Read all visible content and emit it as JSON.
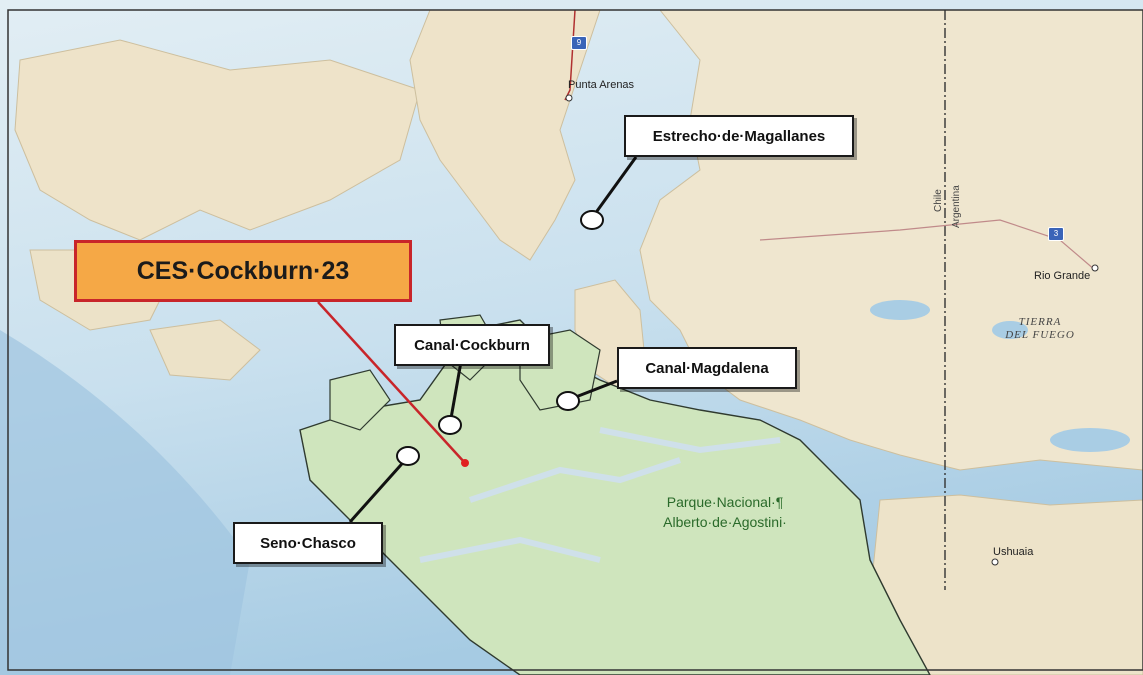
{
  "main_label": "CES·Cockburn·23",
  "callouts": {
    "estrecho": "Estrecho·de·Magallanes",
    "canal_cockburn": "Canal·Cockburn",
    "canal_magdalena": "Canal·Magdalena",
    "seno_chasco": "Seno·Chasco"
  },
  "park": {
    "line1": "Parque·Nacional·¶",
    "line2": "Alberto·de·Agostini·"
  },
  "places": {
    "punta_arenas": "Punta Arenas",
    "rio_grande": "Rio Grande",
    "ushuaia": "Ushuaia",
    "tierra_line1": "TIERRA",
    "tierra_line2": "DEL FUEGO",
    "chile": "Chile",
    "argentina": "Argentina"
  },
  "route_shields": {
    "north": "9",
    "east": "3"
  },
  "colors": {
    "sea_deep": "#a9cde4",
    "sea_light": "#d9eaf3",
    "land": "#efe6cf",
    "park_land": "#cfe5bd",
    "main_label_fill": "#f5a846",
    "main_label_border": "#c8252a",
    "pointer_line": "#c8252a"
  }
}
